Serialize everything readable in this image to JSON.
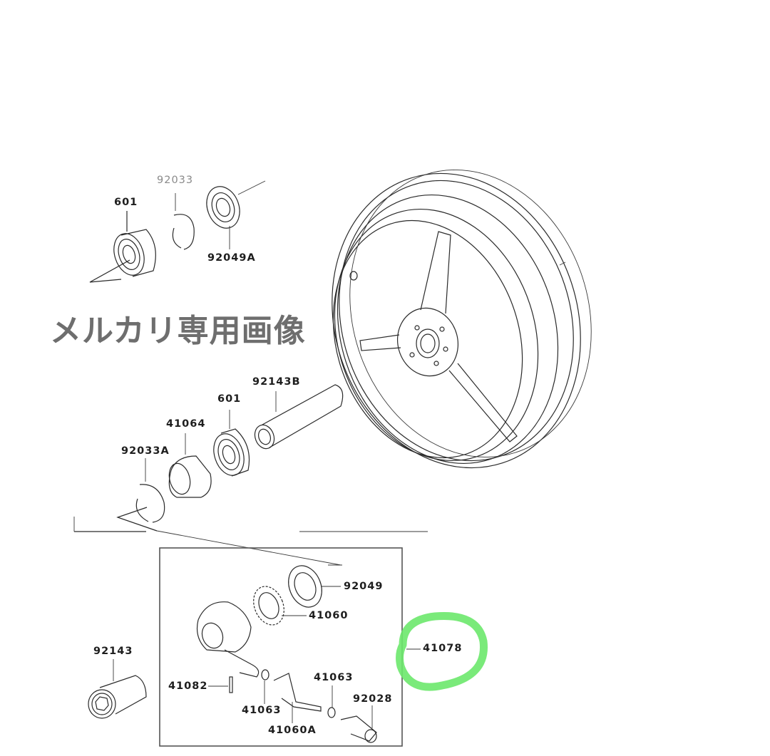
{
  "watermark": "メルカリ専用画像",
  "highlight": {
    "color": "#6be86b",
    "target_part": "41078"
  },
  "parts": {
    "p601_top": "601",
    "p92033": "92033",
    "p92049A": "92049A",
    "p92143B": "92143B",
    "p601_mid": "601",
    "p41064": "41064",
    "p92033A": "92033A",
    "p92049": "92049",
    "p41060": "41060",
    "p41078": "41078",
    "p92143": "92143",
    "p41082": "41082",
    "p41063_left": "41063",
    "p41063_right": "41063",
    "p92028": "92028",
    "p41060A": "41060A"
  }
}
